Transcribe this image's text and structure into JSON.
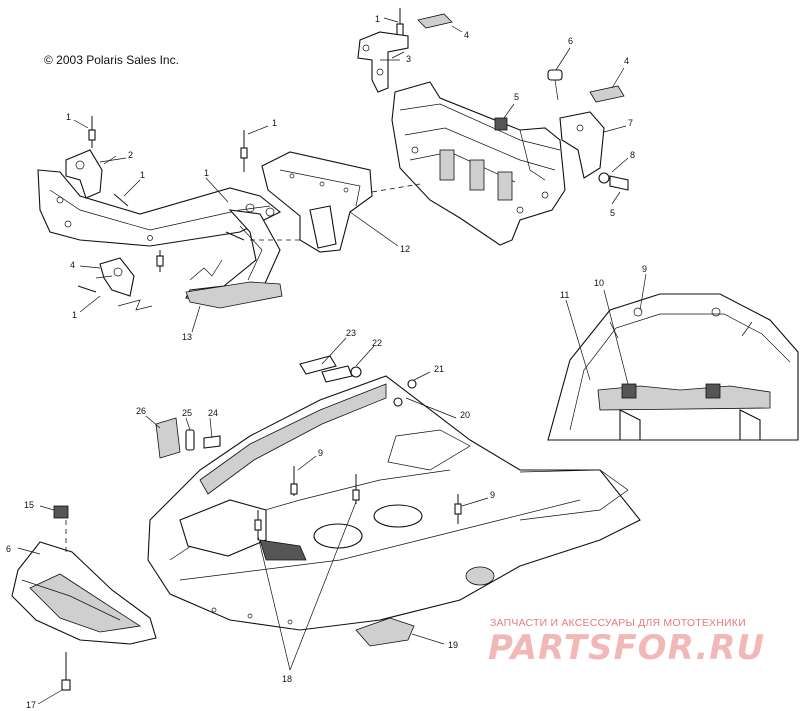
{
  "copyright": "© 2003 Polaris Sales Inc.",
  "watermark": {
    "subtitle": "ЗАПЧАСТИ И АКСЕССУАРЫ ДЛЯ МОТОТЕХНИКИ",
    "brand": "PARTSFOR.RU"
  },
  "callouts": [
    {
      "id": "c1a",
      "text": "1"
    },
    {
      "id": "c4a",
      "text": "4"
    },
    {
      "id": "c3",
      "text": "3"
    },
    {
      "id": "c6a",
      "text": "6"
    },
    {
      "id": "c4b",
      "text": "4"
    },
    {
      "id": "c5a",
      "text": "5"
    },
    {
      "id": "c7",
      "text": "7"
    },
    {
      "id": "c8",
      "text": "8"
    },
    {
      "id": "c5b",
      "text": "5"
    },
    {
      "id": "c1b",
      "text": "1"
    },
    {
      "id": "c2",
      "text": "2"
    },
    {
      "id": "c1c",
      "text": "1"
    },
    {
      "id": "c1d",
      "text": "1"
    },
    {
      "id": "c1e",
      "text": "1"
    },
    {
      "id": "c12",
      "text": "12"
    },
    {
      "id": "c4c",
      "text": "4"
    },
    {
      "id": "c1f",
      "text": "1"
    },
    {
      "id": "c13",
      "text": "13"
    },
    {
      "id": "c11",
      "text": "11"
    },
    {
      "id": "c10",
      "text": "10"
    },
    {
      "id": "c9a",
      "text": "9"
    },
    {
      "id": "c23",
      "text": "23"
    },
    {
      "id": "c22",
      "text": "22"
    },
    {
      "id": "c21",
      "text": "21"
    },
    {
      "id": "c26",
      "text": "26"
    },
    {
      "id": "c25",
      "text": "25"
    },
    {
      "id": "c24",
      "text": "24"
    },
    {
      "id": "c20",
      "text": "20"
    },
    {
      "id": "c9b",
      "text": "9"
    },
    {
      "id": "c9c",
      "text": "9"
    },
    {
      "id": "c15",
      "text": "15"
    },
    {
      "id": "c16",
      "text": "6"
    },
    {
      "id": "c19",
      "text": "19"
    },
    {
      "id": "c18",
      "text": "18"
    },
    {
      "id": "c17",
      "text": "17"
    }
  ]
}
